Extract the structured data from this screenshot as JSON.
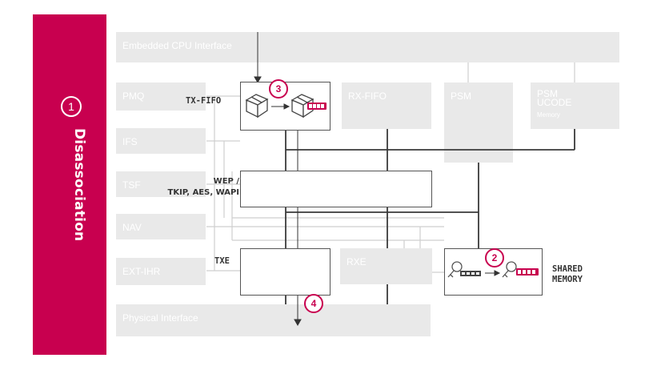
{
  "sidebar": {
    "step_number": "1",
    "title": "Disassociation"
  },
  "blocks": {
    "cpu_interface": "Embedded CPU Interface",
    "pmq": "PMQ",
    "ifs": "IFS",
    "tsf": "TSF",
    "nav": "NAV",
    "ext_ihr": "EXT-IHR",
    "rx_fifo": "RX-FIFO",
    "psm": "PSM",
    "psm_ucode": "PSM\nUCODE",
    "psm_ucode_sub": "Memory",
    "rxe": "RXE",
    "physical_interface": "Physical Interface"
  },
  "labels": {
    "tx_fifo": "TX-FIFO",
    "wep_line1": "WEP /",
    "wep_line2": "TKIP, AES, WAPI",
    "txe": "TXE",
    "shared_line1": "SHARED",
    "shared_line2": "MEMORY"
  },
  "steps": {
    "s2": "2",
    "s3": "3",
    "s4": "4"
  },
  "colors": {
    "accent": "#c8004f",
    "block": "#e9e9e9",
    "line": "#3a3a3a"
  },
  "icons": [
    "package-icon",
    "package-tagged-icon",
    "key-icon",
    "key-tagged-icon"
  ]
}
